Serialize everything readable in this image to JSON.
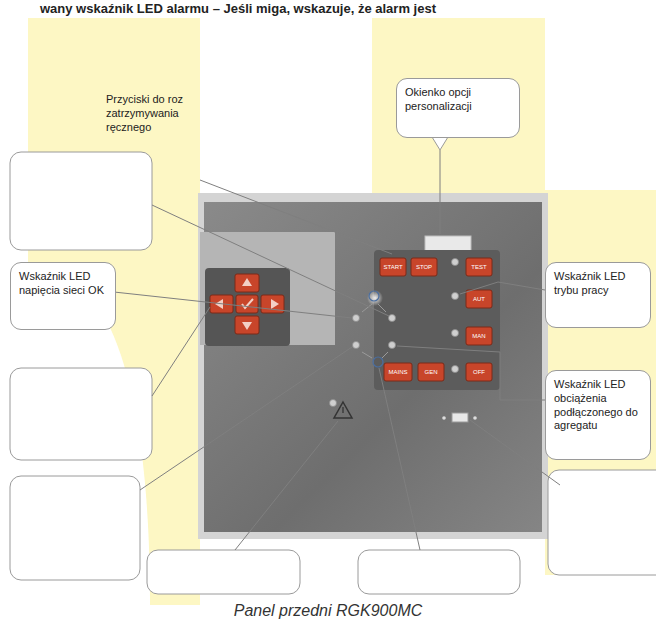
{
  "diagram": {
    "caption": "Panel przedni RGK900MC",
    "nodes": [
      {
        "text": [
          "Przyciski do roz zatrzymywania ręcznego"
        ]
      },
      {
        "text": [
          "Okienko opcji personalizacji"
        ]
      },
      {
        "text": [
          "Wskaźnik LED napięcia sieci OK"
        ]
      },
      {
        "text": [
          "Wskaźnik LED trybu pracy"
        ]
      },
      {
        "text": [
          "Wskaźnik LED obciążenia podłączonego do agregatu"
        ]
      }
    ],
    "labels": [
      "wany wskaźnik LED alarmu – Jeśli miga, wskazuje, że alarm jest",
      "START",
      "STOP",
      "TEST",
      "AUT",
      "MAN",
      "OFF",
      "MAINS",
      "GEN"
    ]
  }
}
